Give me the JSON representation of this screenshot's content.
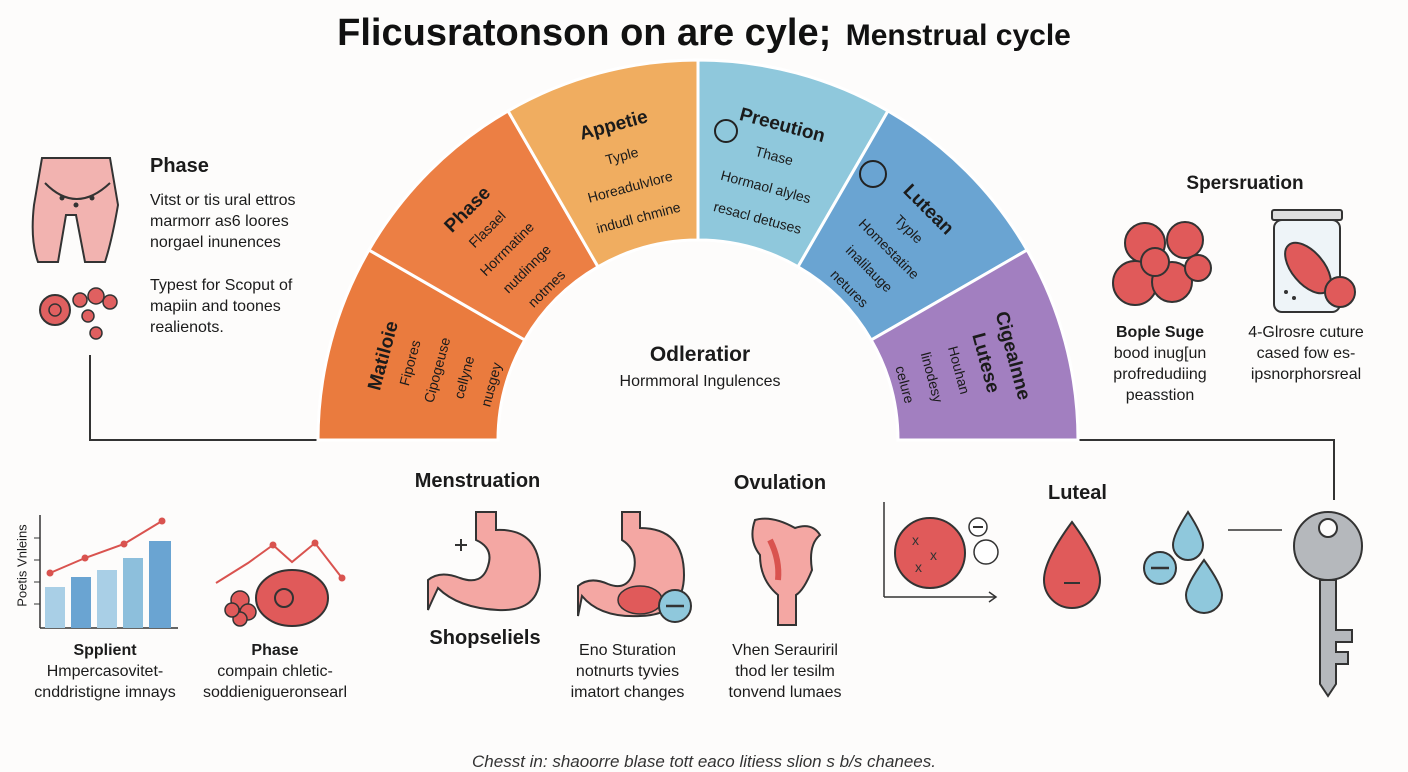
{
  "title": "Flicusratonson on are cyle;",
  "subtitle": "Menstrual cycle",
  "left_panel": {
    "heading": "Phase",
    "lines1": [
      "Vitst or tis ural ettros",
      "marmorr as6 loores",
      "norgael inunences"
    ],
    "lines2": [
      "Typest for Scoput of",
      "mapiin and toones",
      "realienots."
    ]
  },
  "arc": {
    "center_title": "Odleratior",
    "center_sub": "Hormmoral Ingulences",
    "segments": [
      {
        "title": "Matiloie",
        "lines": [
          "Fipores",
          "Cipogeuse",
          "cellyne",
          "nusgey"
        ],
        "color": "#ea7b3e"
      },
      {
        "title": "Phase",
        "lines": [
          "Flasael",
          "Horrmatine",
          "nutdinnge",
          "notmes"
        ],
        "color": "#ec7f44"
      },
      {
        "title": "Appetie",
        "lines": [
          "Typle",
          "Horeadulvlore",
          "indudl chmine"
        ],
        "color": "#f0ad60"
      },
      {
        "title": "Preeution",
        "lines": [
          "Thase",
          "Hormaol alyles",
          "resacl detuses"
        ],
        "color": "#8fc8dc"
      },
      {
        "title": "Lutean",
        "lines": [
          "Typle",
          "Homestatine",
          "inalilauge",
          "netures"
        ],
        "color": "#6aa4d2"
      },
      {
        "title": "Cigealnne",
        "title2": "Lutese",
        "lines": [
          "Houhan",
          "linodesy",
          "celure"
        ],
        "color": "#a27fc0"
      }
    ]
  },
  "right_panel": {
    "heading": "Spersruation",
    "item1": [
      "Bople Suge",
      "bood inug[un",
      "profredudiing",
      "peasstion"
    ],
    "item2": [
      "4-Glrosre cuture",
      "cased  fow es-",
      "ipsnorphorsreal"
    ]
  },
  "bottom": {
    "chart": {
      "ylabel": "Poetis Vnleins",
      "caption_title": "Spplient",
      "caption_lines": [
        "Hmpercasovitet-",
        "cnddristigne imnays"
      ]
    },
    "phase": {
      "title": "Phase",
      "lines": [
        "compain chletic-",
        "soddienigueronsearl"
      ]
    },
    "menstruation": {
      "heading": "Menstruation",
      "label": "Shopseliels"
    },
    "stuartion": {
      "title": "Eno Sturation",
      "lines": [
        "notnurts tyvies",
        "imatort changes"
      ]
    },
    "ovulation": {
      "heading": "Ovulation",
      "title": "Vhen Serauriril",
      "lines": [
        "thod ler tesilm",
        "tonvend lumaes"
      ]
    },
    "luteal": {
      "heading": "Luteal"
    }
  },
  "footer": "Chesst in: shaoorre blase tott eaco litiess slion s b/s chanees."
}
